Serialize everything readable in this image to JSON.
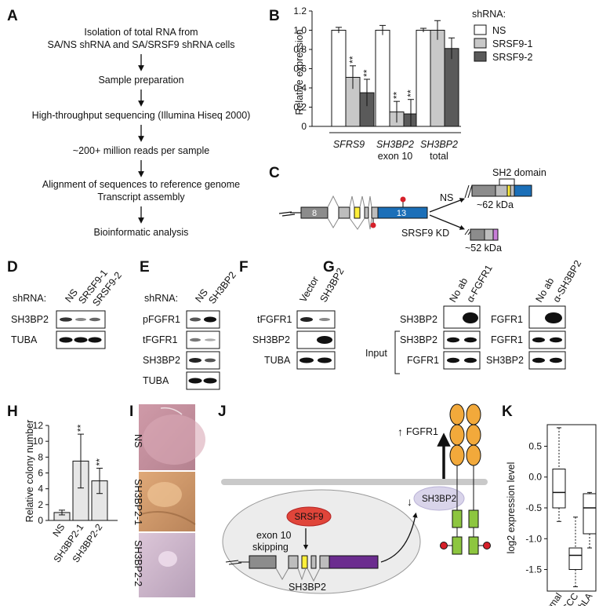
{
  "panel_labels": {
    "A": "A",
    "B": "B",
    "C": "C",
    "D": "D",
    "E": "E",
    "F": "F",
    "G": "G",
    "H": "H",
    "I": "I",
    "J": "J",
    "K": "K"
  },
  "panelA": {
    "steps": [
      "Isolation of total RNA from",
      "SA/NS shRNA and SA/SRSF9 shRNA cells",
      "Sample preparation",
      "High-throughput sequencing (Illumina Hiseq 2000)",
      "~200+ million reads per sample",
      "Alignment of sequences to reference genome",
      "Transcript assembly",
      "Bioinformatic analysis"
    ]
  },
  "panelB": {
    "ylabel": "Relative expression",
    "legend_title": "shRNA:",
    "sig": "**",
    "groups": [
      {
        "line1": "SFRS9",
        "line2": ""
      },
      {
        "line1": "SH3BP2",
        "line2": "exon 10"
      },
      {
        "line1": "SH3BP2",
        "line2": "total"
      }
    ]
  },
  "panelC": {
    "exon8": "8",
    "exon13": "13",
    "ns": "NS",
    "kd": "SRSF9 KD",
    "kda62": "~62 kDa",
    "kda52": "~52 kDa",
    "sh2": "SH2 domain"
  },
  "panelD": {
    "shrna": "shRNA:",
    "lanes": [
      "NS",
      "SRSF9-1",
      "SRSF9-2"
    ],
    "rows": [
      "SH3BP2",
      "TUBA"
    ]
  },
  "panelE": {
    "shrna": "shRNA:",
    "lanes": [
      "NS",
      "SH3BP2"
    ],
    "rows": [
      "pFGFR1",
      "tFGFR1",
      "SH3BP2",
      "TUBA"
    ]
  },
  "panelF": {
    "lanes": [
      "Vector",
      "SH3BP2"
    ],
    "rows": [
      "tFGFR1",
      "SH3BP2",
      "TUBA"
    ]
  },
  "panelG": {
    "lanes_left": [
      "No ab",
      "α-FGFR1"
    ],
    "lanes_right": [
      "No ab",
      "α-SH3BP2"
    ],
    "rows_left": [
      "SH3BP2",
      "SH3BP2",
      "FGFR1"
    ],
    "rows_right": [
      "FGFR1",
      "FGFR1",
      "SH3BP2"
    ],
    "input": "Input"
  },
  "panelH": {
    "ylabel": "Relative colony number",
    "sig": "**"
  },
  "panelI": {
    "labels": [
      "NS",
      "SH3BP2-1",
      "SH3BP2-2"
    ]
  },
  "panelJ": {
    "fgfr1": "FGFR1",
    "sh3bp2": "SH3BP2",
    "srsf9": "SRSF9",
    "exon": "exon 10",
    "skipping": "skipping",
    "gene": "SH3BP2"
  },
  "panelK": {
    "ylabel": "log2 expression level"
  },
  "colors": {
    "exon_blue": "#1b6fb8",
    "mouse_orange": "#f2a93b",
    "tm_green": "#8dc63f",
    "red": "#d6202a",
    "purple": "#6b2c8f",
    "yellow": "#ffef3a",
    "bar_white": "#ffffff",
    "bar_light": "#c8c8c8",
    "bar_dark": "#5a5a5a"
  },
  "chart_data": [
    {
      "id": "B",
      "type": "bar",
      "categories": [
        "SFRS9",
        "SH3BP2 exon 10",
        "SH3BP2 total"
      ],
      "series": [
        {
          "name": "NS",
          "values": [
            1.0,
            1.0,
            1.0
          ],
          "err": [
            0.03,
            0.05,
            0.02
          ]
        },
        {
          "name": "SRSF9-1",
          "values": [
            0.51,
            0.15,
            1.0
          ],
          "err": [
            0.12,
            0.11,
            0.1
          ]
        },
        {
          "name": "SRSF9-2",
          "values": [
            0.35,
            0.13,
            0.81
          ],
          "err": [
            0.14,
            0.15,
            0.11
          ]
        }
      ],
      "ylabel": "Relative expression",
      "ylim": [
        0,
        1.2
      ],
      "yticks": [
        "0",
        "0.2",
        "0.4",
        "0.6",
        "0.8",
        "1.0",
        "1.2"
      ],
      "legend": "right"
    },
    {
      "id": "H",
      "type": "bar",
      "categories": [
        "NS",
        "SH3BP2-1",
        "SH3BP2-2"
      ],
      "values": [
        1.0,
        7.5,
        5.0
      ],
      "err": [
        0.3,
        3.4,
        1.6
      ],
      "ylabel": "Relative colony number",
      "ylim": [
        0,
        12
      ],
      "yticks": [
        "0",
        "2",
        "4",
        "6",
        "8",
        "10",
        "12"
      ]
    },
    {
      "id": "K",
      "type": "box",
      "categories": [
        "Normal",
        "hLSCC",
        "hLA"
      ],
      "boxes": [
        {
          "wlo": -0.72,
          "q1": -0.5,
          "med": -0.25,
          "q3": 0.13,
          "whi": 0.8
        },
        {
          "wlo": -1.78,
          "q1": -1.5,
          "med": -1.27,
          "q3": -1.15,
          "whi": -0.65
        },
        {
          "wlo": -1.15,
          "q1": -0.92,
          "med": -0.5,
          "q3": -0.27,
          "whi": -0.25
        }
      ],
      "ylabel": "log2 expression level",
      "ylim": [
        -1.85,
        0.85
      ],
      "yticks": [
        "-1.5",
        "-1.0",
        "-0.5",
        "0.0",
        "0.5"
      ]
    }
  ]
}
